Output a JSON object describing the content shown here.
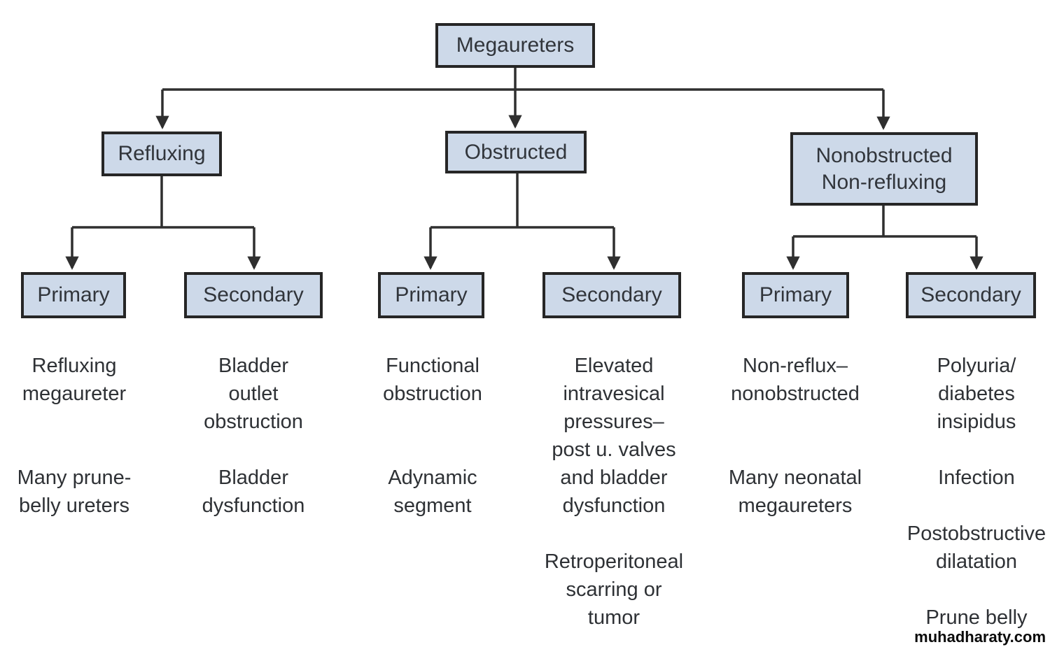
{
  "colors": {
    "box_fill": "#cdd9e9",
    "box_border": "#262626",
    "line": "#2f2f2f",
    "text": "#2e3135"
  },
  "tree": {
    "root": {
      "label": "Megaureters"
    },
    "branches": [
      {
        "label": "Refluxing",
        "children": [
          {
            "label": "Primary",
            "notes": [
              "Refluxing\nmegaureter",
              "Many prune-\nbelly ureters"
            ]
          },
          {
            "label": "Secondary",
            "notes": [
              "Bladder\noutlet\nobstruction",
              "Bladder\ndysfunction"
            ]
          }
        ]
      },
      {
        "label": "Obstructed",
        "children": [
          {
            "label": "Primary",
            "notes": [
              "Functional\nobstruction",
              "Adynamic\nsegment"
            ]
          },
          {
            "label": "Secondary",
            "notes": [
              "Elevated\nintravesical\npressures–\npost u. valves\nand bladder\ndysfunction",
              "Retroperitoneal\nscarring or\ntumor"
            ]
          }
        ]
      },
      {
        "label": "Nonobstructed\nNon-refluxing",
        "children": [
          {
            "label": "Primary",
            "notes": [
              "Non-reflux–\nnonobstructed",
              "Many neonatal\nmegaureters"
            ]
          },
          {
            "label": "Secondary",
            "notes": [
              "Polyuria/\ndiabetes\ninsipidus",
              "Infection",
              "Postobstructive\ndilatation",
              "Prune belly"
            ]
          }
        ]
      }
    ]
  },
  "watermark": "muhadharaty.com"
}
